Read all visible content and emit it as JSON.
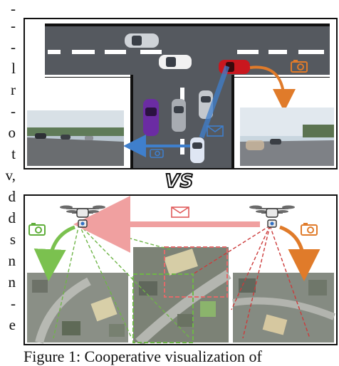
{
  "left_column_text": [
    "-",
    "-",
    "-",
    "l",
    "r",
    "-",
    "o",
    "t",
    "v,",
    "d",
    "d",
    "s",
    "n",
    "n",
    "-",
    "e"
  ],
  "vs_label": "VS",
  "caption": "Figure 1: Cooperative visualization of",
  "colors": {
    "road": "#55595f",
    "lane_marking": "#ffffff",
    "camera_orange": "#e07b2a",
    "camera_green": "#5fae3a",
    "message_blue": "#3f7fcc",
    "message_red": "#e05a5a",
    "arrow_pink": "#f0a0a0",
    "arrow_orange": "#e07b2a",
    "arrow_green": "#7bc14f"
  },
  "icons": {
    "top_camera": "camera-icon",
    "top_envelope": "envelope-icon",
    "bottom_envelope": "envelope-icon",
    "left_camera": "camera-icon",
    "right_camera": "camera-icon",
    "left_drone": "drone-icon",
    "right_drone": "drone-icon"
  }
}
